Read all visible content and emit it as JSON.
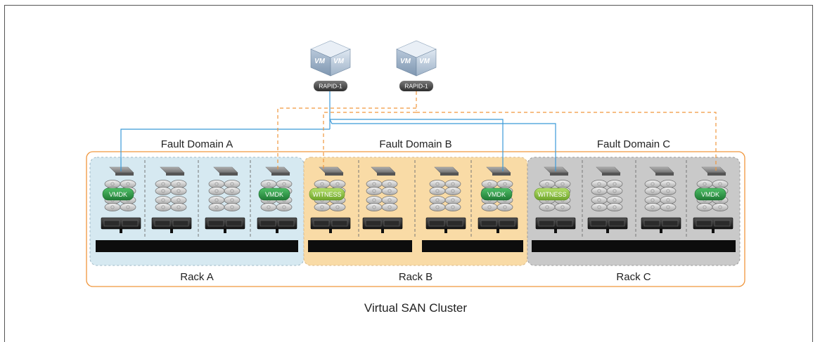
{
  "vms": [
    {
      "label": "VM",
      "tag": "RAPID-1"
    },
    {
      "label": "VM",
      "tag": "RAPID-1"
    }
  ],
  "fault_domains": [
    "Fault Domain A",
    "Fault Domain B",
    "Fault Domain C"
  ],
  "racks": [
    "Rack A",
    "Rack B",
    "Rack C"
  ],
  "badges": {
    "vmdk": "VMDK",
    "witness": "WITNESS"
  },
  "cluster_title": "Virtual SAN Cluster",
  "colors": {
    "cluster_border": "#f0963c",
    "rack_a": "#d6e9f1",
    "rack_b": "#f9dba6",
    "rack_c": "#c9c9c9",
    "solid_line": "#3b9ad8",
    "dashed_line": "#f0963c",
    "vmdk_badge": "#2e9a4a",
    "witness_badge": "#8cc63e"
  }
}
